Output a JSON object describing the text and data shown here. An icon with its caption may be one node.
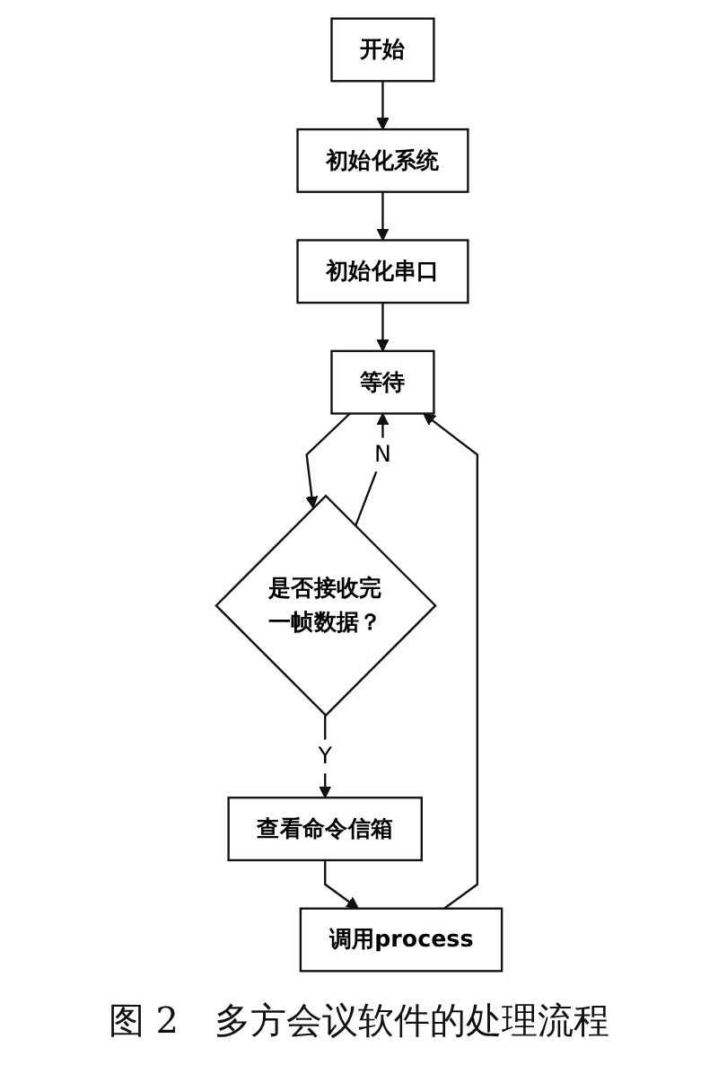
{
  "diagram": {
    "nodes": [
      {
        "text": [
          "开始"
        ]
      },
      {
        "text": [
          "初始化系统"
        ]
      },
      {
        "text": [
          "初始化串口"
        ]
      },
      {
        "text": [
          "等待"
        ]
      },
      {
        "text": [
          "是否接收完一帧数据？"
        ]
      },
      {
        "text": [
          "查看命令信箱"
        ]
      },
      {
        "text": [
          "调用process"
        ]
      }
    ],
    "edges": [
      {
        "from": 0,
        "to": 1,
        "arrow": "to"
      },
      {
        "from": 1,
        "to": 2,
        "arrow": "to"
      },
      {
        "from": 2,
        "to": 3,
        "arrow": "to"
      },
      {
        "from": 3,
        "to": 4,
        "arrow": "to"
      },
      {
        "from": 4,
        "to": 3,
        "arrow": "to",
        "label": "N"
      },
      {
        "from": 4,
        "to": 5,
        "arrow": "to",
        "label": "Y"
      },
      {
        "from": 5,
        "to": 6,
        "arrow": "to"
      },
      {
        "from": 6,
        "to": 3,
        "arrow": "to"
      }
    ],
    "caption": "图 2　多方会议软件的处理流程"
  }
}
